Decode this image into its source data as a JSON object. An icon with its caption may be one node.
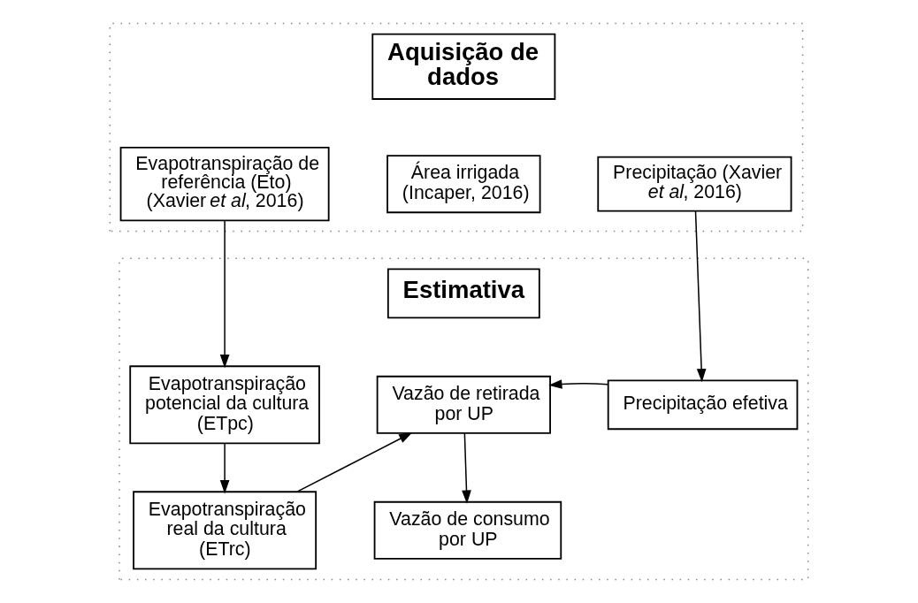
{
  "diagram": {
    "nodes": [
      {
        "text": [],
        "shape": "box"
      },
      {
        "text": [
          "Aquisição de dados"
        ],
        "in": 0
      },
      {
        "text": [
          "Evapotranspiração de referência (Eto) (Xavier *et al*, 2016)"
        ],
        "in": 0
      },
      {
        "text": [
          "Área irrigada (Incaper, 2016)"
        ],
        "in": 0
      },
      {
        "text": [
          "Precipitação (Xavier *et al*, 2016)"
        ],
        "in": 0
      },
      {
        "text": [],
        "shape": "box"
      },
      {
        "text": [
          "Estimativa"
        ],
        "in": 5
      },
      {
        "text": [
          "Evapotranspiração potencial da cultura (ETpc)"
        ],
        "in": 5
      },
      {
        "text": [
          "Vazão de retirada por UP"
        ],
        "in": 5
      },
      {
        "text": [
          "Precipitação efetiva"
        ],
        "in": 5
      },
      {
        "text": [
          "Evapotranspiração real da cultura (ETrc)"
        ],
        "in": 5
      },
      {
        "text": [
          "Vazão de consumo por UP"
        ],
        "in": 5
      }
    ],
    "edges": [
      {
        "from": 2,
        "to": 7,
        "arrow": "to"
      },
      {
        "from": 4,
        "to": 9,
        "arrow": "to"
      },
      {
        "from": 7,
        "to": 10,
        "arrow": "to"
      },
      {
        "from": 10,
        "to": 8,
        "arrow": "to"
      },
      {
        "from": 9,
        "to": 8,
        "arrow": "to"
      },
      {
        "from": 8,
        "to": 11,
        "arrow": "to"
      }
    ]
  }
}
